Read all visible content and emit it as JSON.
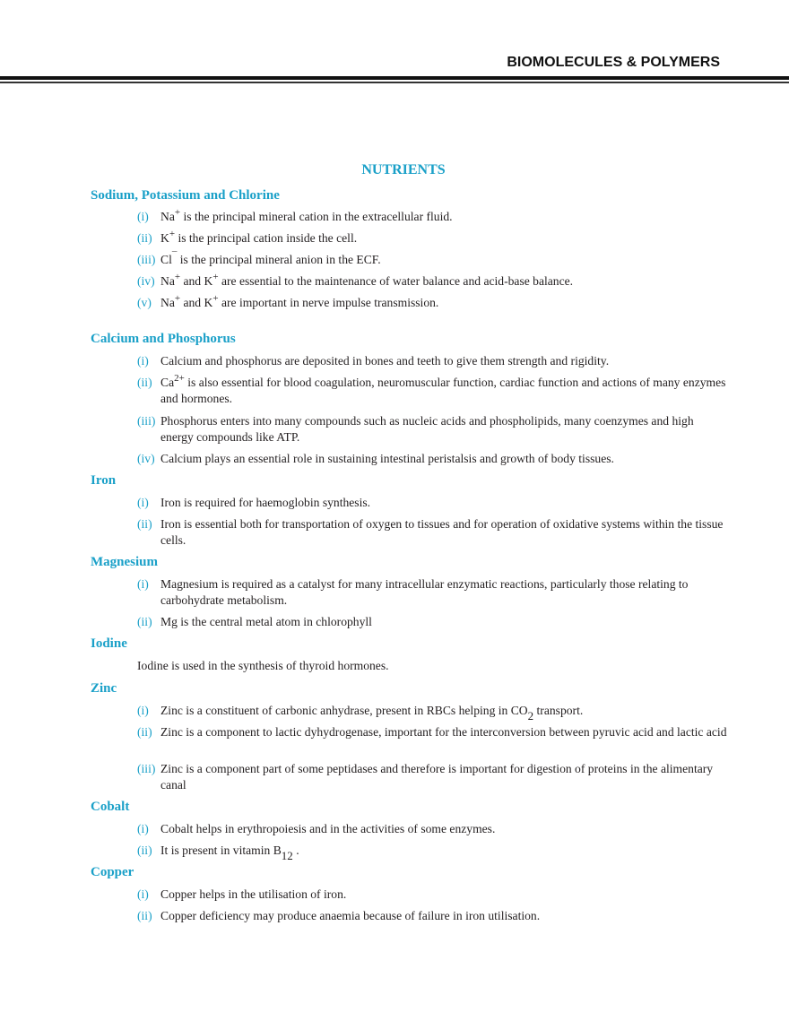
{
  "header": {
    "running_title": "BIOMOLECULES & POLYMERS"
  },
  "title": "NUTRIENTS",
  "colors": {
    "accent": "#1aa0c8",
    "text": "#231f20"
  },
  "sections": [
    {
      "heading": "Sodium, Potassium and Chlorine",
      "items": [
        {
          "label": "(i)",
          "parts": [
            [
              "Na"
            ],
            [
              "+",
              "sup"
            ],
            [
              " is the principal mineral cation in the extracellular fluid."
            ]
          ]
        },
        {
          "label": "(ii)",
          "parts": [
            [
              "K"
            ],
            [
              "+",
              "sup"
            ],
            [
              " is the principal cation inside the cell."
            ]
          ]
        },
        {
          "label": "(iii)",
          "parts": [
            [
              "Cl"
            ],
            [
              "¯",
              "sup"
            ],
            [
              " is the principal mineral anion in the ECF."
            ]
          ]
        },
        {
          "label": "(iv)",
          "parts": [
            [
              "Na"
            ],
            [
              "+",
              "sup"
            ],
            [
              " and K"
            ],
            [
              "+",
              "sup"
            ],
            [
              " are essential to the maintenance of water balance and acid-base balance."
            ]
          ]
        },
        {
          "label": "(v)",
          "parts": [
            [
              "Na"
            ],
            [
              "+",
              "sup"
            ],
            [
              " and K"
            ],
            [
              "+",
              "sup"
            ],
            [
              " are important in nerve impulse transmission."
            ]
          ]
        }
      ]
    },
    {
      "heading": "Calcium and Phosphorus",
      "items": [
        {
          "label": "(i)",
          "parts": [
            [
              "Calcium and phosphorus are deposited in bones and teeth to give them strength and rigidity."
            ]
          ]
        },
        {
          "label": "(ii)",
          "parts": [
            [
              "Ca"
            ],
            [
              "2+",
              "sup"
            ],
            [
              " is also essential for blood coagulation, neuromuscular function, cardiac function and actions of many enzymes and hormones."
            ]
          ]
        },
        {
          "label": "(iii)",
          "parts": [
            [
              "Phosphorus enters into many compounds such as nucleic acids and phospholipids, many coenzymes and high energy compounds like ATP."
            ]
          ]
        },
        {
          "label": "(iv)",
          "parts": [
            [
              "Calcium plays an essential role in sustaining intestinal peristalsis and growth of body tissues."
            ]
          ]
        }
      ]
    },
    {
      "heading": "Iron",
      "items": [
        {
          "label": "(i)",
          "parts": [
            [
              "Iron is required for haemoglobin synthesis."
            ]
          ]
        },
        {
          "label": "(ii)",
          "parts": [
            [
              "Iron is essential both for transportation of oxygen to tissues and for operation of oxidative systems within the tissue cells."
            ]
          ]
        }
      ]
    },
    {
      "heading": "Magnesium",
      "items": [
        {
          "label": "(i)",
          "parts": [
            [
              "Magnesium is required as a catalyst for many intracellular enzymatic reactions, particularly those relating to carbohydrate metabolism."
            ]
          ]
        },
        {
          "label": "(ii)",
          "parts": [
            [
              "Mg is the central metal atom in chlorophyll"
            ]
          ]
        }
      ]
    },
    {
      "heading": "Iodine",
      "items": [
        {
          "label": "",
          "parts": [
            [
              "Iodine is used in the synthesis of thyroid hormones."
            ]
          ]
        }
      ]
    },
    {
      "heading": "Zinc",
      "items": [
        {
          "label": "(i)",
          "parts": [
            [
              "Zinc is a constituent of carbonic anhydrase, present in RBCs helping in CO"
            ],
            [
              "2",
              "sub"
            ],
            [
              " transport."
            ]
          ]
        },
        {
          "label": "(ii)",
          "parts": [
            [
              "Zinc is a component to lactic dyhydrogenase, important for the interconversion between pyruvic acid and lactic acid"
            ]
          ]
        },
        {
          "label": "(iii)",
          "parts": [
            [
              "Zinc is a component part of some peptidases and therefore is important for digestion of proteins in the alimentary canal"
            ]
          ]
        }
      ]
    },
    {
      "heading": "Cobalt",
      "items": [
        {
          "label": "(i)",
          "parts": [
            [
              "Cobalt helps in erythropoiesis and in the activities of some enzymes."
            ]
          ]
        },
        {
          "label": "(ii)",
          "parts": [
            [
              "It is present in vitamin B"
            ],
            [
              "12",
              "sub"
            ],
            [
              " ."
            ]
          ]
        }
      ]
    },
    {
      "heading": "Copper",
      "items": [
        {
          "label": "(i)",
          "parts": [
            [
              "Copper helps in the utilisation of iron."
            ]
          ]
        },
        {
          "label": "(ii)",
          "parts": [
            [
              "Copper deficiency may produce anaemia because of failure in iron utilisation."
            ]
          ]
        }
      ]
    }
  ]
}
